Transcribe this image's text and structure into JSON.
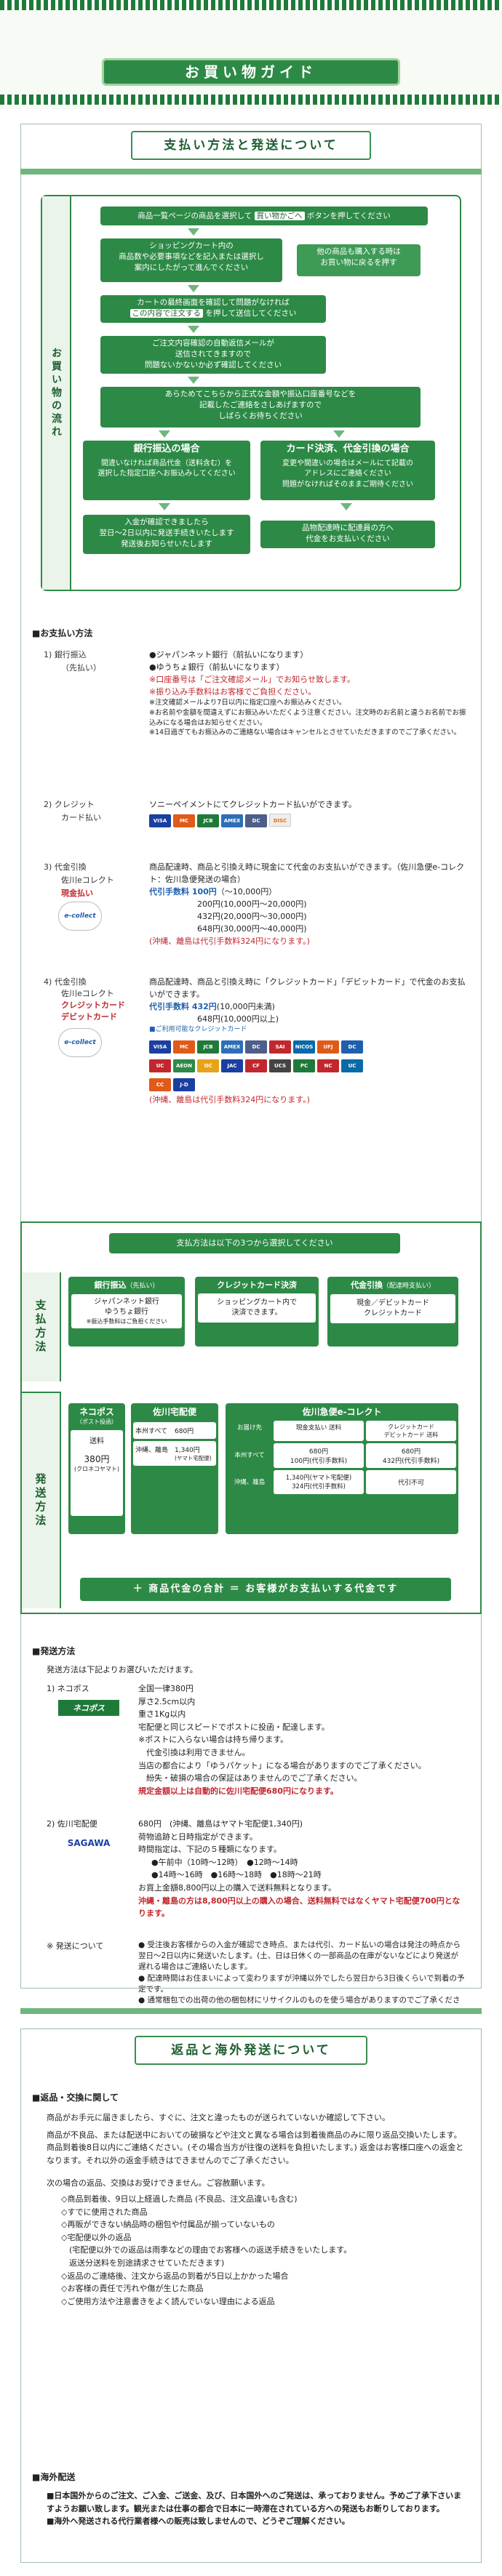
{
  "banner": {
    "title": "お買い物ガイド"
  },
  "sec1": {
    "title": "支払い方法と発送について"
  },
  "flow": {
    "side": "お買い物の流れ",
    "step1": {
      "before": "商品一覧ページの商品を選択して",
      "hl": "買い物かごへ",
      "after": "ボタンを押してください"
    },
    "step2": "ショッピングカート内の\n商品数や必要事項などを記入または選択し\n案内にしたがって進んでください",
    "step2b": "他の商品も購入する時は\nお買い物に戻るを押す",
    "step2b_hl": "お買い物に戻る",
    "step3a": "カートの最終画面を確認して問題がなければ",
    "step3b_hl": "この内容で注文する",
    "step3b": "を押して送信してください",
    "step4": "ご注文内容確認の自動返信メールが\n送信されてきますので\n問題ないかないか必ず確認してください",
    "step5": "あらためてこちらから正式な金額や振込口座番号などを\n記載したご連絡をさしあげますので\nしばらくお待ちください",
    "bank_head": "銀行振込の場合",
    "bank_sub": "間違いなければ商品代金（送料含む）を\n選択した指定口座へお振込みしてください",
    "card_head": "カード決済、代金引換の場合",
    "card_sub": "変更や間違いの場合はメールにて記載の\nアドレスにご連絡ください\n問題がなければそのままご期待ください",
    "bank_fin": "入金が確認できましたら\n翌日～2日以内に発送手続きいたします\n発送後お知らせいたします",
    "card_fin": "品物配達時に配達員の方へ\n代金をお支払いください"
  },
  "pay": {
    "heading": "■お支払い方法",
    "r1_num": "1) 銀行振込",
    "r1_sub": "（先払い）",
    "r1_lines": [
      "●ジャパンネット銀行（前払いになります）",
      "●ゆうちょ銀行（前払いになります）"
    ],
    "r1_notes": [
      "※口座番号は「ご注文確認メール」でお知らせ致します。",
      "※振り込み手数料はお客様でご負担ください。",
      "※注文確認メールより7日以内に指定口座へお振込みください。",
      "※お名前や金額を間違えずにお振込みいただくよう注意ください。注文時のお名前と違うお名前でお振込みになる場合はお知らせください。",
      "※14日過ぎてもお振込みのご連絡ない場合はキャンセルとさせていただきますのでご了承ください。"
    ],
    "r2_num": "2) クレジット",
    "r2_sub": "カード払い",
    "r2_text": "ソニーペイメントにてクレジットカード払いができます。",
    "r3_num": "3) 代金引換",
    "r3_sub": "佐川eコレクト",
    "r3_sub2": "現金払い",
    "r3_text": "商品配達時、商品と引換え時に現金にて代金のお支払いができます。（佐川急便e-コレクト：佐川急便発送の場合）",
    "r3_fee_lbl": "代引手数料 100円",
    "r3_fee_rest": "（～10,000円）",
    "r3_fees": [
      "200円(10,000円～20,000円)",
      "432円(20,000円～30,000円)",
      "648円(30,000円～40,000円)"
    ],
    "r3_note": "(沖縄、離島は代引手数料324円になります。)",
    "r4_num": "4) 代金引換",
    "r4_sub": "佐川eコレクト",
    "r4_sub2": "クレジットカード",
    "r4_sub3": "デビットカード",
    "r4_text": "商品配達時、商品と引換え時に「クレジットカード」「デビットカード」で代金のお支払いができます。",
    "r4_fee_lbl": "代引手数料 432円",
    "r4_fee_rest": "(10,000円未満)",
    "r4_fee2": "648円(10,000円以上)",
    "r4_cards_lbl": "■ご利用可能なクレジットカード",
    "r4_note": "(沖縄、離島は代引手数料324円になります。)",
    "ecollect": "e-collect"
  },
  "pm": {
    "top": "支払方法は以下の3つから選択してください",
    "side1": "支払方法",
    "side2": "発送方法",
    "bank_head": "銀行振込",
    "bank_tag": "（先払い）",
    "bank_in1": "ジャパンネット銀行",
    "bank_in2": "ゆうちょ銀行",
    "bank_in3": "※振込手数料はご負担ください",
    "card_head": "クレジットカード決済",
    "card_in1": "ショッピングカート内で",
    "card_in2": "決済できます。",
    "cod_head": "代金引換",
    "cod_tag": "（配達時支払い）",
    "cod_in1": "現金／デビットカード",
    "cod_in2": "クレジットカード",
    "neko_head": "ネコポス",
    "neko_tag": "（ポスト投函）",
    "neko_fee_lbl": "送料",
    "neko_fee": "380円",
    "neko_note": "(クロネコヤマト)",
    "sagawa_head": "佐川宅配便",
    "sagawa_row1_lbl": "本州すべて",
    "sagawa_row1": "680円",
    "sagawa_row2_lbl": "沖縄、離島",
    "sagawa_row2": "1,340円",
    "sagawa_row2_note": "(ヤマト宅配便)",
    "ecol_head": "佐川急便e-コレクト",
    "ecol_c1": "お届け先",
    "ecol_c2": "現金支払い",
    "ecol_c2b": "送料",
    "ecol_c3": "クレジットカード\nデビットカード",
    "ecol_c3b": "送料",
    "ecol_r1": "本州すべて",
    "ecol_r1a": "680円",
    "ecol_r1a2": "100円(代引手数料)",
    "ecol_r1b": "680円",
    "ecol_r1b2": "432円(代引手数料)",
    "ecol_r2": "沖縄、離島",
    "ecol_r2a": "1,340円(ヤマト宅配便)",
    "ecol_r2a2": "324円(代引手数料)",
    "ecol_r2b": "代引不可",
    "ecol_r2b2": "",
    "total": "＋ 商品代金の合計 ＝ お客様がお支払いする代金です"
  },
  "ship": {
    "heading": "■発送方法",
    "intro": "発送方法は下記よりお選びいただけます。",
    "n1": "1) ネコポス",
    "neko_logo": "ネコポス",
    "neko_lines": [
      "全国一律380円",
      "厚さ2.5cm以内",
      "重さ1Kg以内",
      "宅配便と同じスピードでポストに投函・配達します。",
      "※ポストに入らない場合は持ち帰ります。",
      "　代金引換は利用できません。",
      "当店の都合により「ゆうパケット」になる場合がありますのでご了承ください。",
      "　紛失・破損の場合の保証はありませんのでご了承ください。"
    ],
    "neko_red": "規定金額以上は自動的に佐川宅配便680円になります。",
    "n2": "2) 佐川宅配便",
    "sagawa_logo": "SAGAWA",
    "sagawa_lines": [
      "680円　(沖縄、離島はヤマト宅配便1,340円)",
      "荷物追跡と日時指定ができます。",
      "時間指定は、下記の５種類になります。",
      "●午前中（10時～12時）　●12時～14時",
      "●14時～16時　●16時～18時　●18時～21時",
      "お買上金額8,800円以上の購入で送料無料となります。"
    ],
    "sagawa_red": "沖縄・離島の方は8,800円以上の購入の場合、送料無料ではなくヤマト宅配便700円となります。",
    "n3": "※ 発送について",
    "note_lines": [
      "● 受注後お客様からの入金が確認でき時点、または代引、カード払いの場合は発注の時点から翌日～2日以内に発送いたします。(土、日は日休くの一部商品の在庫がないなどにより発送が遅れる場合はご連絡いたします。",
      "● 配達時間はお住まいによって変わりますが沖縄以外でしたら翌日から3日後くらいで到着の予定です。",
      "● 通常梱包での出荷の他の梱包材にリサイクルのものを使う場合がありますのでご了承ください。"
    ]
  },
  "sec2": {
    "title": "返品と海外発送について"
  },
  "ret": {
    "heading": "■返品・交換に関して",
    "p1": "商品がお手元に届きましたら、すぐに、注文と違ったものが送られていないか確認して下さい。",
    "p2": "商品が不良品、または配送中においての破損などや注文と異なる場合は到着後商品のみに限り返品交換いたします。商品到着後8日以内にご連絡ください。(その場合当方が往復の送料を負担いたします。) 返金はお客様口座への返金となります。それ以外の返金手続きはできませんのでご了承ください。",
    "p3": "次の場合の返品、交換はお受けできません。ご容赦願います。",
    "items": [
      "◇商品到着後、9日以上経過した商品 (不良品、注文品違いも含む)",
      "◇すでに使用された商品",
      "◇再販ができない納品時の梱包や付属品が揃っていないもの",
      "◇宅配便以外の返品",
      "　(宅配便以外での返品は雨季などの理由でお客様への返送手続きをいたします。",
      "　返送分送料を別途請求させていただきます)",
      "◇返品のご連絡後、注文から返品の到着が5日以上かかった場合",
      "◇お客様の責任で汚れや傷が生じた商品",
      "◇ご使用方法や注意書きをよく読んでいない理由による返品"
    ],
    "ov_heading": "■海外配送",
    "ov1": "■日本国外からのご注文、ご入金、ご送金、及び、日本国外へのご発送は、承っておりません。予めご了承下さいますようお願い致します。観光または仕事の都合で日本に一時滞在されている方への発送もお断りしております。",
    "ov2": "■海外へ発送される代行業者様への販売は致しませんので、どうぞご理解ください。"
  }
}
